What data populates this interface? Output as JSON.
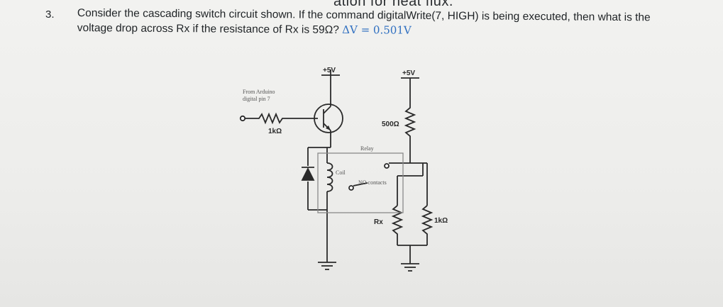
{
  "header_fragment": "ation for neat flux.",
  "question": {
    "number": "3.",
    "text": "Consider the cascading switch circuit shown. If the command digitalWrite(7, HIGH) is being executed, then what is the voltage drop across Rx if the resistance of Rx is 59Ω? ",
    "answer": "ΔV = 0.501V"
  },
  "circuit": {
    "supply_left": "+5V",
    "supply_right": "+5V",
    "input_label_line1": "From Arduino",
    "input_label_line2": "digital pin 7",
    "base_resistor": "1kΩ",
    "series_resistor": "500Ω",
    "relay_label": "Relay",
    "coil_label": "Coil",
    "contacts_label": "NO contacts",
    "rx_label": "Rx",
    "right_resistor": "1kΩ"
  },
  "colors": {
    "answer": "#2f6fc0",
    "ink": "#1f2326",
    "circuit_line": "#2a2a2a",
    "relay_box": "#8a8a8a"
  }
}
